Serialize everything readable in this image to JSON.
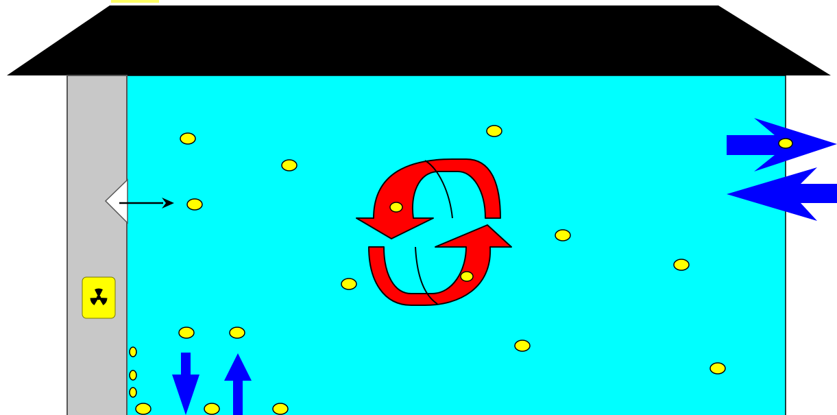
{
  "scene": {
    "colors": {
      "roof": "#000000",
      "room": "#00ffff",
      "wall": "#c8c8c8",
      "particle": "#ffff00",
      "particle_outline": "#000000",
      "circulation_arrow": "#ff0000",
      "air_flow_arrow": "#0000ff",
      "diffusion_arrow": "#000000",
      "radiation_sign": "#ffff00"
    },
    "icons": {
      "roof": "house-roof",
      "wall": "wall-slab",
      "radiation_sign": "radiation-trefoil-icon",
      "crack": "wall-crack",
      "circulation": "circular-recirculation-arrows",
      "ventilation_out": "right-arrow",
      "ventilation_in": "left-arrow",
      "floor_air_down": "down-arrow",
      "floor_air_up": "up-arrow",
      "diffusion": "thin-right-arrow",
      "particle": "radon-particle"
    }
  }
}
